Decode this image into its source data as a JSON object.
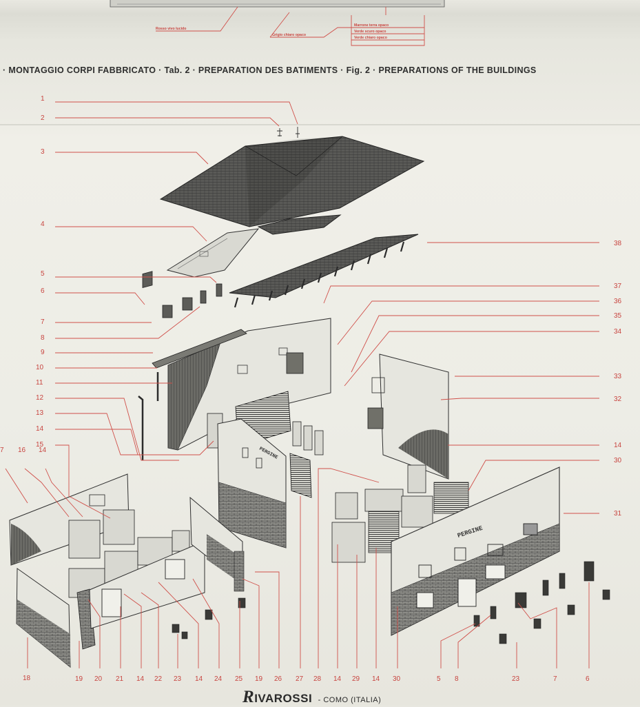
{
  "header": {
    "title": "· MONTAGGIO CORPI FABBRICATO · Tab. 2 · PREPARATION DES BATIMENTS · Fig. 2 · PREPARATIONS OF THE BUILDINGS"
  },
  "paint_notes": {
    "red_glossy": "Rosso vivo lucido",
    "light_grey_matt": "Grigio chiaro opaco",
    "earth_brown_matt": "Marrone terra opaco",
    "dark_green_matt": "Verde scuro opaco",
    "light_green_matt": "Verde chiaro opaco"
  },
  "labels": {
    "left": [
      "1",
      "2",
      "3",
      "4",
      "5",
      "6",
      "7",
      "8",
      "9",
      "10",
      "11",
      "12",
      "13",
      "14",
      "15"
    ],
    "right": [
      "38",
      "37",
      "36",
      "35",
      "34",
      "33",
      "32",
      "14",
      "30",
      "31"
    ],
    "far_left": [
      "7",
      "16",
      "14"
    ],
    "bottom": [
      "18",
      "19",
      "20",
      "21",
      "14",
      "22",
      "23",
      "14",
      "24",
      "25",
      "19",
      "26",
      "27",
      "28",
      "14",
      "29",
      "14",
      "30",
      "5",
      "8",
      "23",
      "7",
      "6"
    ]
  },
  "building_signs": {
    "station_name": "PERGINE"
  },
  "brand": {
    "logo": "RIVAROSSI",
    "logo_initial": "R",
    "logo_rest": "IVAROSSI",
    "city": "- COMO (ITALIA)"
  },
  "colors": {
    "callout_red": "#c8443f",
    "ink": "#2f2f2f",
    "paper": "#ecebe4"
  }
}
